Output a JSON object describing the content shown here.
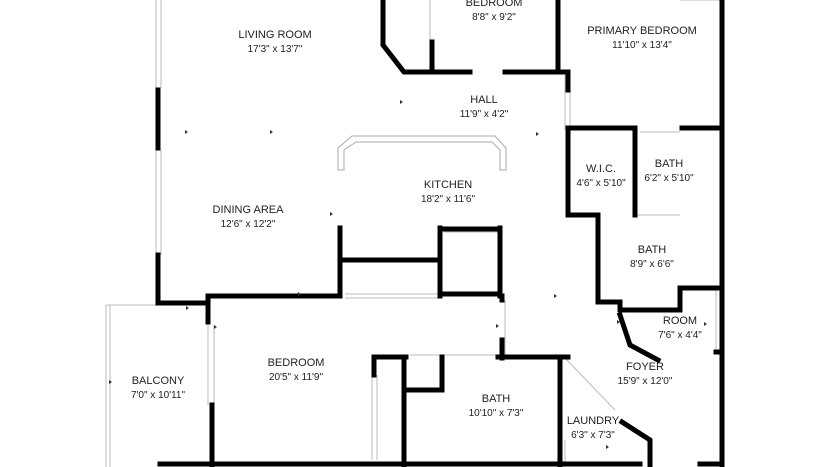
{
  "rooms": {
    "bedroom_top": {
      "name": "BEDROOM",
      "dims": "8'8\" x 9'2\""
    },
    "primary_bedroom": {
      "name": "PRIMARY BEDROOM",
      "dims": "11'10\" x 13'4\""
    },
    "living_room": {
      "name": "LIVING ROOM",
      "dims": "17'3\" x 13'7\""
    },
    "hall": {
      "name": "HALL",
      "dims": "11'9\" x 4'2\""
    },
    "wic": {
      "name": "W.I.C.",
      "dims": "4'6\" x 5'10\""
    },
    "bath_upper": {
      "name": "BATH",
      "dims": "6'2\" x 5'10\""
    },
    "kitchen": {
      "name": "KITCHEN",
      "dims": "18'2\" x 11'6\""
    },
    "dining_area": {
      "name": "DINING AREA",
      "dims": "12'6\" x 12'2\""
    },
    "bath_middle": {
      "name": "BATH",
      "dims": "8'9\" x 6'6\""
    },
    "room": {
      "name": "ROOM",
      "dims": "7'6\" x 4'4\""
    },
    "foyer": {
      "name": "FOYER",
      "dims": "15'9\" x 12'0\""
    },
    "balcony": {
      "name": "BALCONY",
      "dims": "7'0\" x 10'11\""
    },
    "bedroom_lower": {
      "name": "BEDROOM",
      "dims": "20'5\" x 11'9\""
    },
    "bath_lower": {
      "name": "BATH",
      "dims": "10'10\" x 7'3\""
    },
    "laundry": {
      "name": "LAUNDRY",
      "dims": "6'3\" x 7'3\""
    }
  }
}
